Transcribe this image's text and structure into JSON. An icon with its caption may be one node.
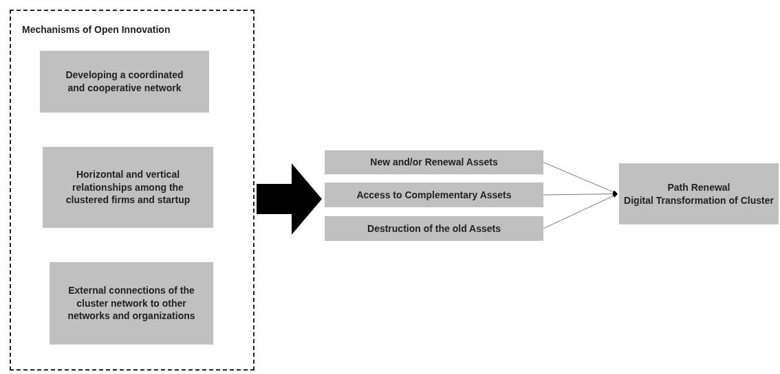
{
  "diagram": {
    "nodes": [
      {
        "text": [
          "Mechanisms of Open Innovation"
        ]
      },
      {
        "text": [
          "Developing a coordinated and cooperative network"
        ],
        "in": 0
      },
      {
        "text": [
          "Horizontal and vertical relationships among the clustered firms and startup"
        ],
        "in": 0
      },
      {
        "text": [
          "External connections of the cluster network to other networks and organizations"
        ],
        "in": 0
      },
      {
        "text": [
          "New and/or Renewal Assets"
        ]
      },
      {
        "text": [
          "Access to Complementary Assets"
        ]
      },
      {
        "text": [
          "Destruction of the old Assets"
        ]
      },
      {
        "text": [
          "Path Renewal",
          "Digital Transformation of Cluster"
        ]
      }
    ],
    "edges": [
      {
        "from": 0,
        "to": 5,
        "arrow": "to",
        "style": "thick"
      },
      {
        "from": 4,
        "to": 7,
        "arrow": "to"
      },
      {
        "from": 5,
        "to": 7,
        "arrow": "to"
      },
      {
        "from": 6,
        "to": 7,
        "arrow": "to"
      }
    ]
  }
}
